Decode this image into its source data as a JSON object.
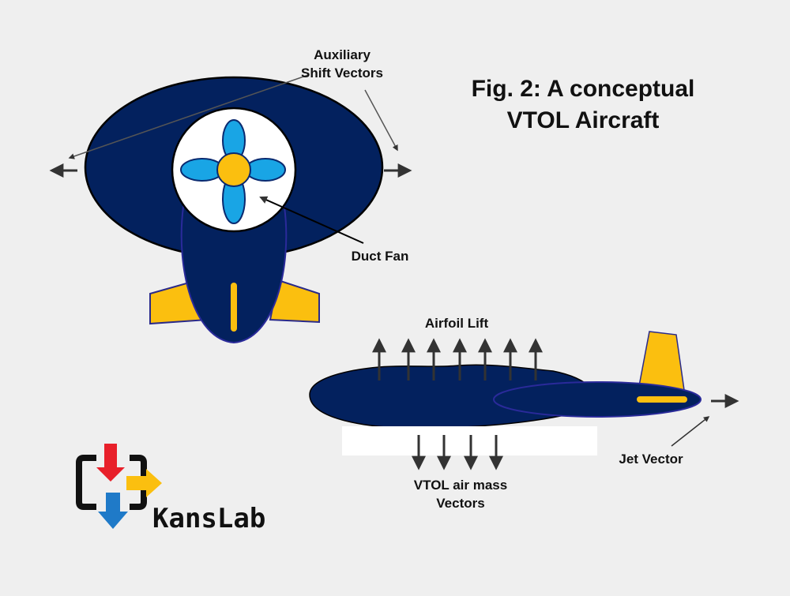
{
  "figure": {
    "title_line1": "Fig. 2: A conceptual",
    "title_line2": "VTOL Aircraft"
  },
  "labels": {
    "auxiliary_line1": "Auxiliary",
    "auxiliary_line2": "Shift Vectors",
    "duct_fan": "Duct Fan",
    "airfoil_lift": "Airfoil  Lift",
    "vtol_line1": "VTOL air mass",
    "vtol_line2": "Vectors",
    "jet_vector": "Jet Vector"
  },
  "logo": {
    "name": "KansLab"
  },
  "colors": {
    "background": "#efefef",
    "body_navy": "#03215e",
    "wing_gold": "#fbbf0f",
    "fan_blue": "#19a5e5",
    "logo_red": "#e8202a",
    "logo_blue": "#1f7ac8",
    "logo_yellow": "#fbbf0f"
  }
}
